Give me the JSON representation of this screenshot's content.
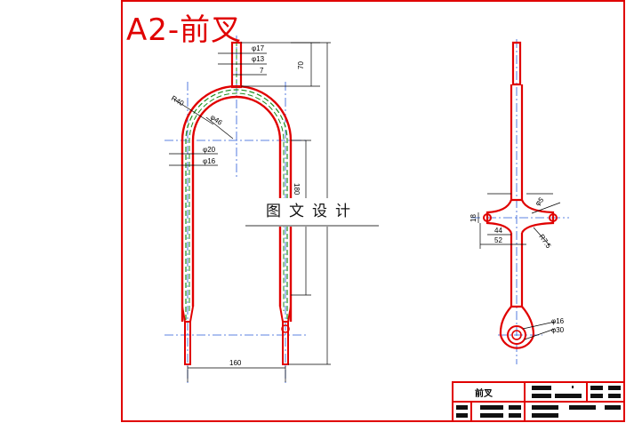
{
  "title": "A2-前叉",
  "stamp": "图文设计",
  "drawing_name": "前叉",
  "front_view": {
    "dims": {
      "d17": "φ17",
      "d13": "φ13",
      "len70": "70",
      "small7": "7",
      "r40": "R40",
      "d46": "φ46",
      "d20": "φ20",
      "d16": "φ16",
      "len180": "180",
      "width160": "160"
    }
  },
  "side_view": {
    "dims": {
      "d5": "φ5",
      "h18": "18",
      "w44": "44",
      "w52": "52",
      "r7_5": "R7.5",
      "d16": "φ16",
      "d30": "φ30"
    }
  },
  "colors": {
    "outline": "#e00000",
    "centerline": "#2a5bd7",
    "infill": "#1e8f1e",
    "dimension": "#000000"
  }
}
